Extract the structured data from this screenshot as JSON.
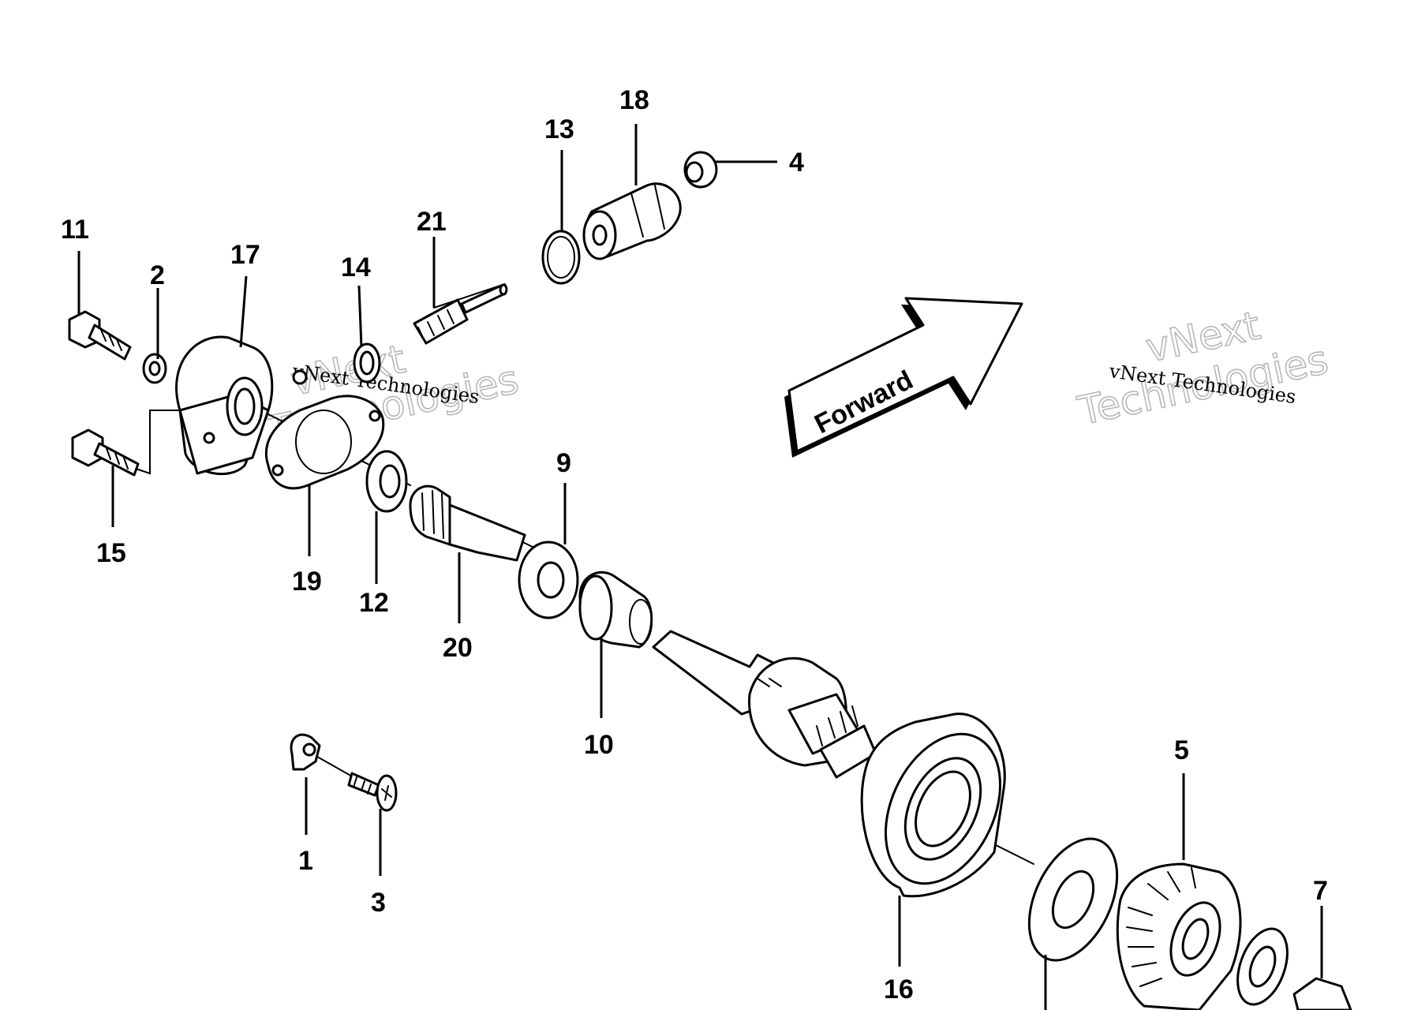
{
  "diagram": {
    "direction_label": "Forward",
    "watermark": {
      "text_line": "vNext Technologies",
      "outline_line_1": "vNext",
      "outline_line_2": "Technologies"
    },
    "callouts": [
      {
        "id": "1",
        "label": "1"
      },
      {
        "id": "2",
        "label": "2"
      },
      {
        "id": "3",
        "label": "3"
      },
      {
        "id": "4",
        "label": "4"
      },
      {
        "id": "5",
        "label": "5"
      },
      {
        "id": "7",
        "label": "7"
      },
      {
        "id": "9",
        "label": "9"
      },
      {
        "id": "10",
        "label": "10"
      },
      {
        "id": "11",
        "label": "11"
      },
      {
        "id": "12",
        "label": "12"
      },
      {
        "id": "13",
        "label": "13"
      },
      {
        "id": "14",
        "label": "14"
      },
      {
        "id": "15",
        "label": "15"
      },
      {
        "id": "16",
        "label": "16"
      },
      {
        "id": "17",
        "label": "17"
      },
      {
        "id": "18",
        "label": "18"
      },
      {
        "id": "19",
        "label": "19"
      },
      {
        "id": "20",
        "label": "20"
      },
      {
        "id": "21",
        "label": "21"
      }
    ]
  }
}
